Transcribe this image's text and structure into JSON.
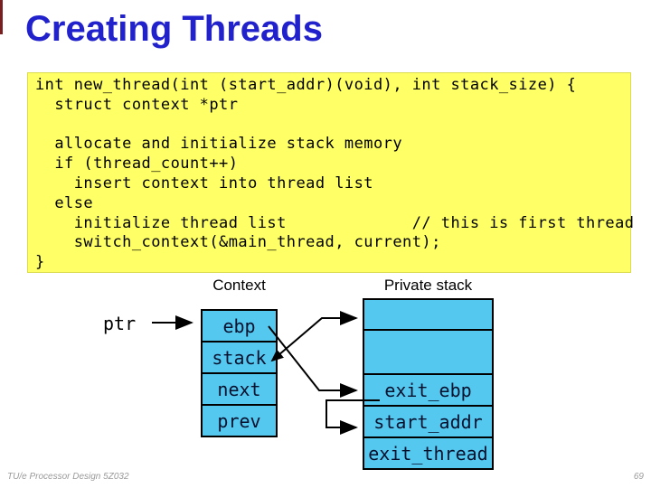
{
  "slide": {
    "title": "Creating Threads",
    "footer_left": "TU/e Processor Design 5Z032",
    "page_number": "69"
  },
  "code_block": {
    "code": "int new_thread(int (start_addr)(void), int stack_size) {\n  struct context *ptr\n\n  allocate and initialize stack memory\n  if (thread_count++)\n    insert context into thread list\n  else\n    initialize thread list             // this is first thread\n    switch_context(&main_thread, current);\n}"
  },
  "diagram": {
    "context_label": "Context",
    "private_stack_label": "Private stack",
    "ptr_label": "ptr",
    "context_fields": [
      "ebp",
      "stack",
      "next",
      "prev"
    ],
    "private_stack_rows": [
      "",
      "",
      "exit_ebp",
      "start_addr",
      "exit_thread"
    ],
    "arrows": [
      "ptr points to context struct",
      "ebp field points to exit_ebp slot in private stack",
      "stack field points to top of private stack",
      "exit_ebp slot points to start_addr slot"
    ]
  },
  "colors": {
    "title_blue": "#2222CC",
    "code_background": "#FFFF66",
    "cell_fill": "#55C8F0",
    "line_black": "#000000",
    "footer_gray": "#9A9A9A",
    "corner_red": "#7A1F1F"
  }
}
